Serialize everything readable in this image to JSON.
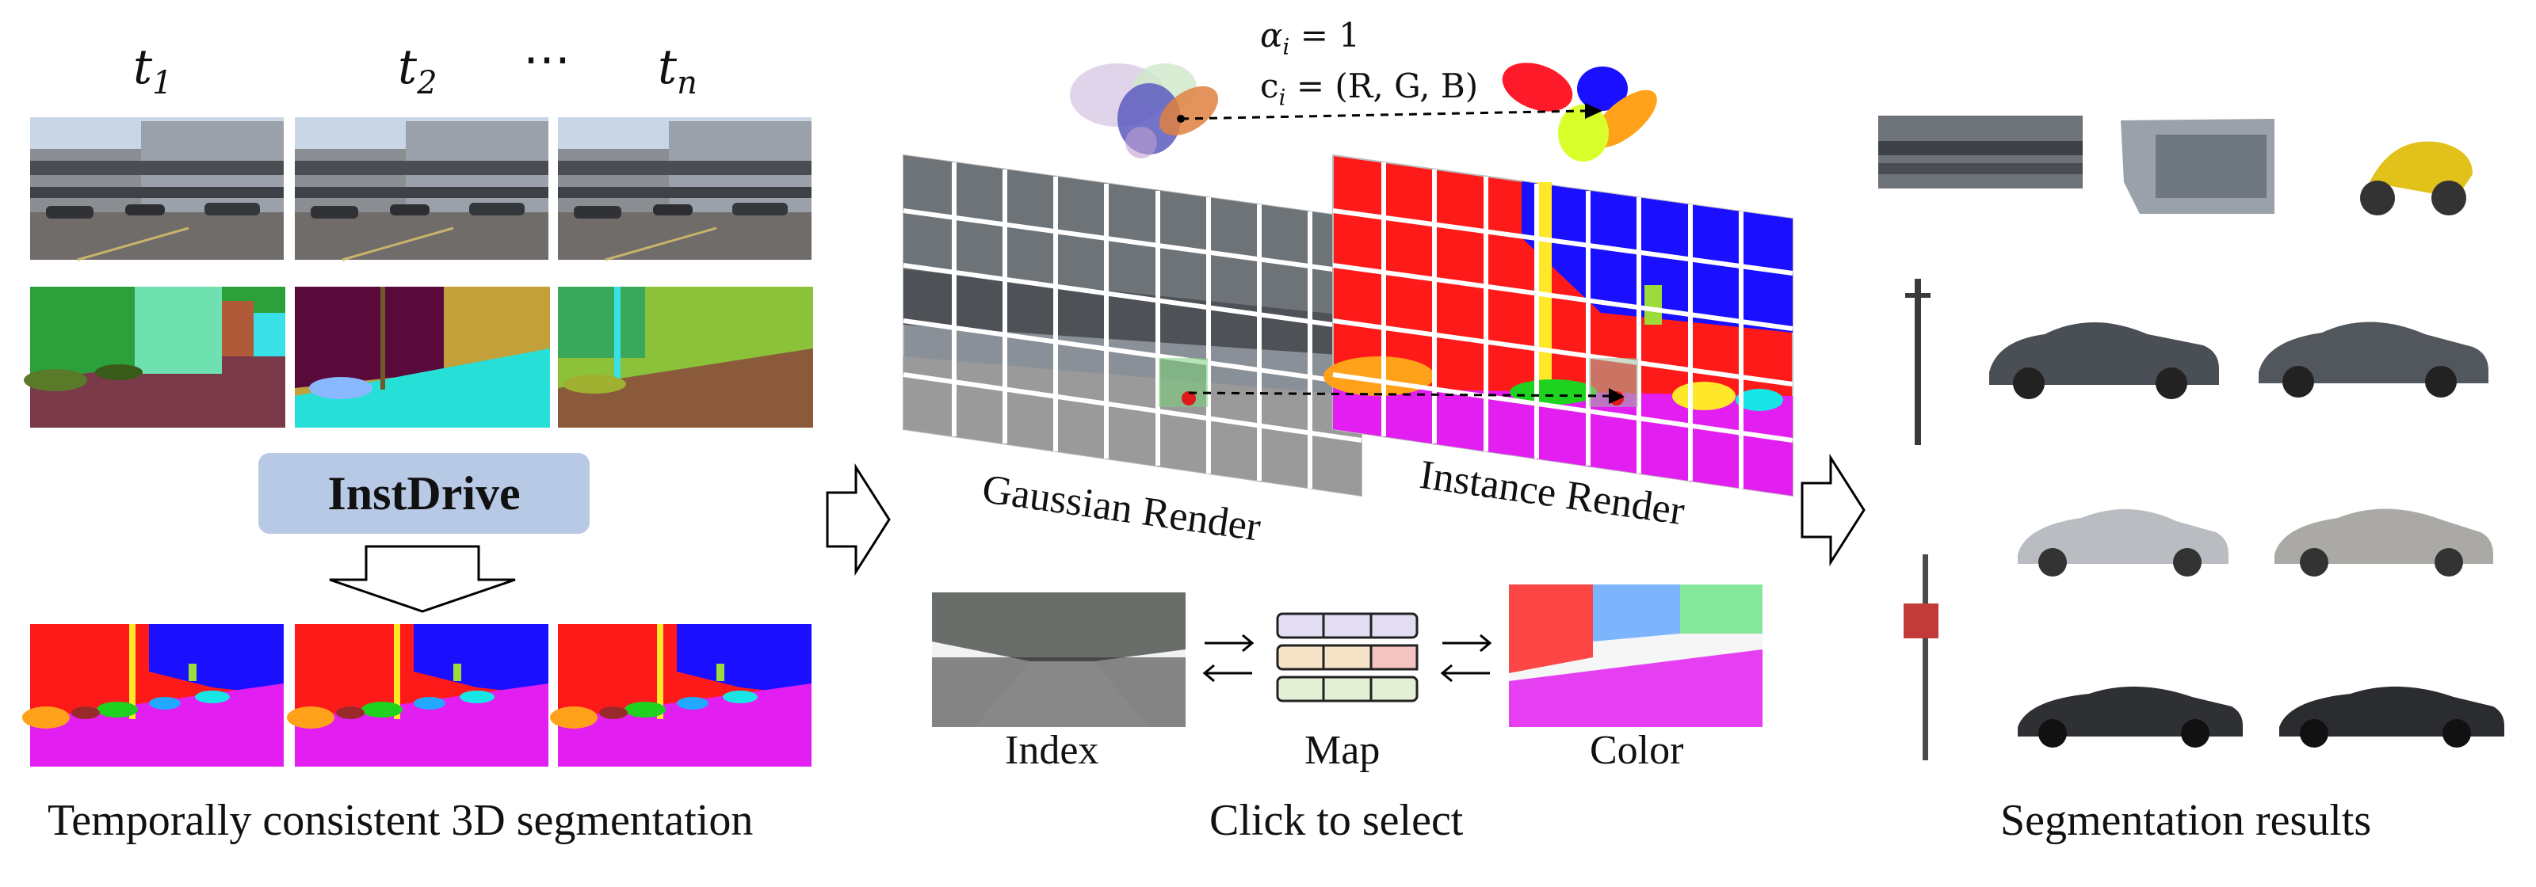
{
  "timesteps": {
    "t1": {
      "base": "t",
      "sub": "1"
    },
    "t2": {
      "base": "t",
      "sub": "2"
    },
    "dots": "⋯",
    "tn": {
      "base": "t",
      "sub": "n"
    }
  },
  "method_name": "InstDrive",
  "formula": {
    "alpha": {
      "sym": "α",
      "sub": "i",
      "rhs": " = 1"
    },
    "color": {
      "sym": "c",
      "sub": "i",
      "rhs": " = (R, G, B)"
    }
  },
  "render_labels": {
    "gaussian": "Gaussian Render",
    "instance": "Instance Render"
  },
  "select_labels": {
    "index": "Index",
    "map": "Map",
    "color": "Color"
  },
  "captions": {
    "left": "Temporally consistent 3D segmentation",
    "middle": "Click to select",
    "right": "Segmentation results"
  },
  "colors": {
    "wall_red": "#ff1a1a",
    "sky_blue": "#1a10ff",
    "road_magenta": "#e21ef0",
    "pole_yellow": "#ffe82a",
    "box_blue": "#b8c9e6"
  }
}
